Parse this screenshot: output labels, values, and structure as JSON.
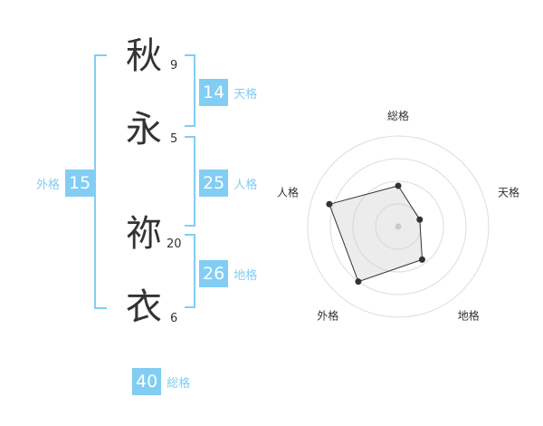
{
  "name_chars": [
    {
      "char": "秋",
      "strokes": "9"
    },
    {
      "char": "永",
      "strokes": "5"
    },
    {
      "char": "祢",
      "strokes": "20"
    },
    {
      "char": "衣",
      "strokes": "6"
    }
  ],
  "fortunes": {
    "tenkaku": {
      "value": "14",
      "label": "天格"
    },
    "jinkaku": {
      "value": "25",
      "label": "人格"
    },
    "chikaku": {
      "value": "26",
      "label": "地格"
    },
    "gaikaku": {
      "value": "15",
      "label": "外格"
    },
    "soukaku": {
      "value": "40",
      "label": "総格"
    }
  },
  "colors": {
    "accent": "#82cdf3",
    "text": "#333333"
  },
  "chart_data": {
    "type": "radar",
    "axes": [
      "総格",
      "天格",
      "地格",
      "外格",
      "人格"
    ],
    "values": [
      0.45,
      0.25,
      0.45,
      0.75,
      0.8
    ],
    "max": 1,
    "rings": 4
  }
}
